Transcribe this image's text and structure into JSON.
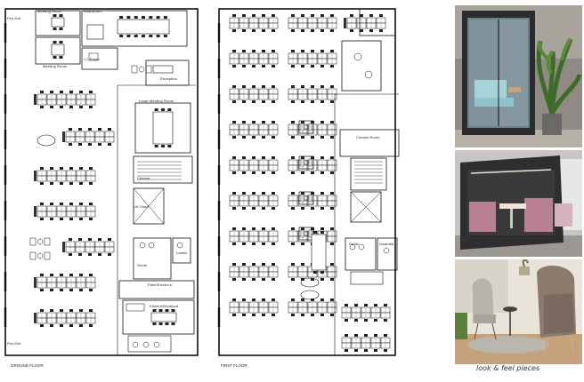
{
  "ground": {
    "floor_label": "GROUND FLOOR",
    "rooms": {
      "meeting_top": "Meeting Room",
      "meeting_bottom": "Meeting Room",
      "boardroom": "Boardroom",
      "comms": "I.C Room",
      "reception": "Reception",
      "large_meeting": "Large Meeting Room",
      "cleaner": "Cleaner",
      "lift": "Lift Shaft",
      "gents": "Gents",
      "ladies": "Ladies",
      "plant": "Plant/Electrics",
      "kitchen": "Kitchen/Breakout",
      "fire_exit_top": "Fire Exit",
      "fire_exit_bottom": "Fire Exit"
    }
  },
  "first": {
    "floor_label": "FIRST FLOOR",
    "rooms": {
      "comms": "Comms Room",
      "gents": "Gents",
      "disabled": "Disabled"
    }
  },
  "caption": "look & feel pieces"
}
